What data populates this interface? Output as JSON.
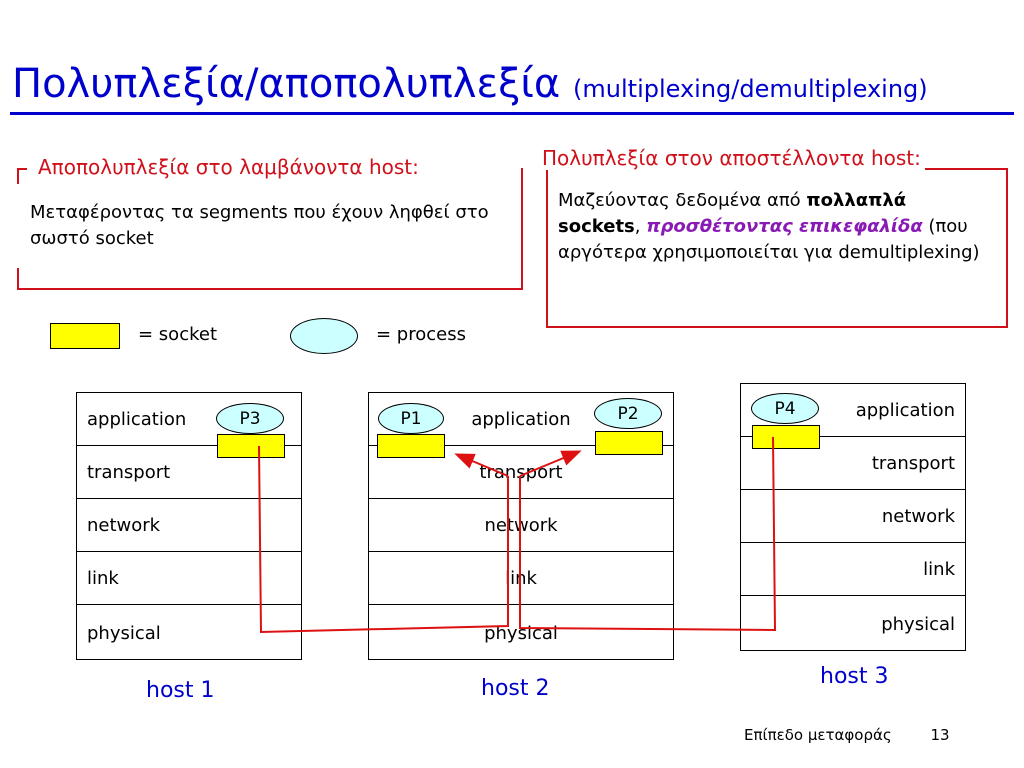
{
  "title": {
    "main": "Πολυπλεξία/αποπολυπλεξία",
    "sub": "(multiplexing/demultiplexing)"
  },
  "demux_box": {
    "heading": "Αποπολυπλεξία στο λαμβάνοντα host:",
    "text": "Μεταφέροντας τα  segments που έχουν ληφθεί στο σωστό socket"
  },
  "mux_box": {
    "heading": "Πολυπλεξία στον αποστέλλοντα host:",
    "text_1": "Μαζεύοντας δεδομένα από ",
    "text_bold": "πολλαπλά sockets",
    "text_2": ", ",
    "text_italic": "προσθέτοντας επικεφαλίδα",
    "text_3": " (που αργότερα χρησιμοποιείται για demultiplexing)"
  },
  "legend": {
    "socket": "= socket",
    "process": "= process"
  },
  "hosts": [
    {
      "label": "host 1",
      "layers": [
        "application",
        "transport",
        "network",
        "link",
        "physical"
      ],
      "process": "P3"
    },
    {
      "label": "host 2",
      "layers": [
        "application",
        "transport",
        "network",
        "link",
        "physical"
      ],
      "processes": [
        "P1",
        "P2"
      ]
    },
    {
      "label": "host 3",
      "layers": [
        "application",
        "transport",
        "network",
        "link",
        "physical"
      ],
      "process": "P4"
    }
  ],
  "colors": {
    "title": "#0000cc",
    "box_border": "#d0101a",
    "socket": "#ffff00",
    "process": "#ccffff",
    "arrow": "#dd1111",
    "host_label": "#0000cc"
  },
  "footer": {
    "label": "Επίπεδο μεταφοράς",
    "page": "13"
  }
}
